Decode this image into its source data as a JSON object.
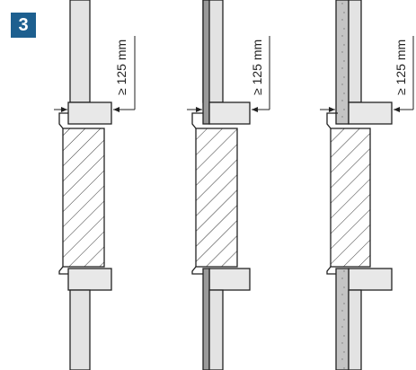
{
  "step": {
    "number": "3",
    "badge_color": "#1d5f8f"
  },
  "panels": [
    {
      "id": "panel-1",
      "wall_type": "plain",
      "dimension_label": "≥ 125 mm"
    },
    {
      "id": "panel-2",
      "wall_type": "with-facing-strip",
      "dimension_label": "≥ 125 mm"
    },
    {
      "id": "panel-3",
      "wall_type": "with-speckled-insulation",
      "dimension_label": "≥ 125 mm"
    }
  ],
  "colors": {
    "wall_fill": "#e3e3e3",
    "facing_strip": "#9a9a9a",
    "insulation": "#c4c4c4",
    "line": "#222222"
  }
}
